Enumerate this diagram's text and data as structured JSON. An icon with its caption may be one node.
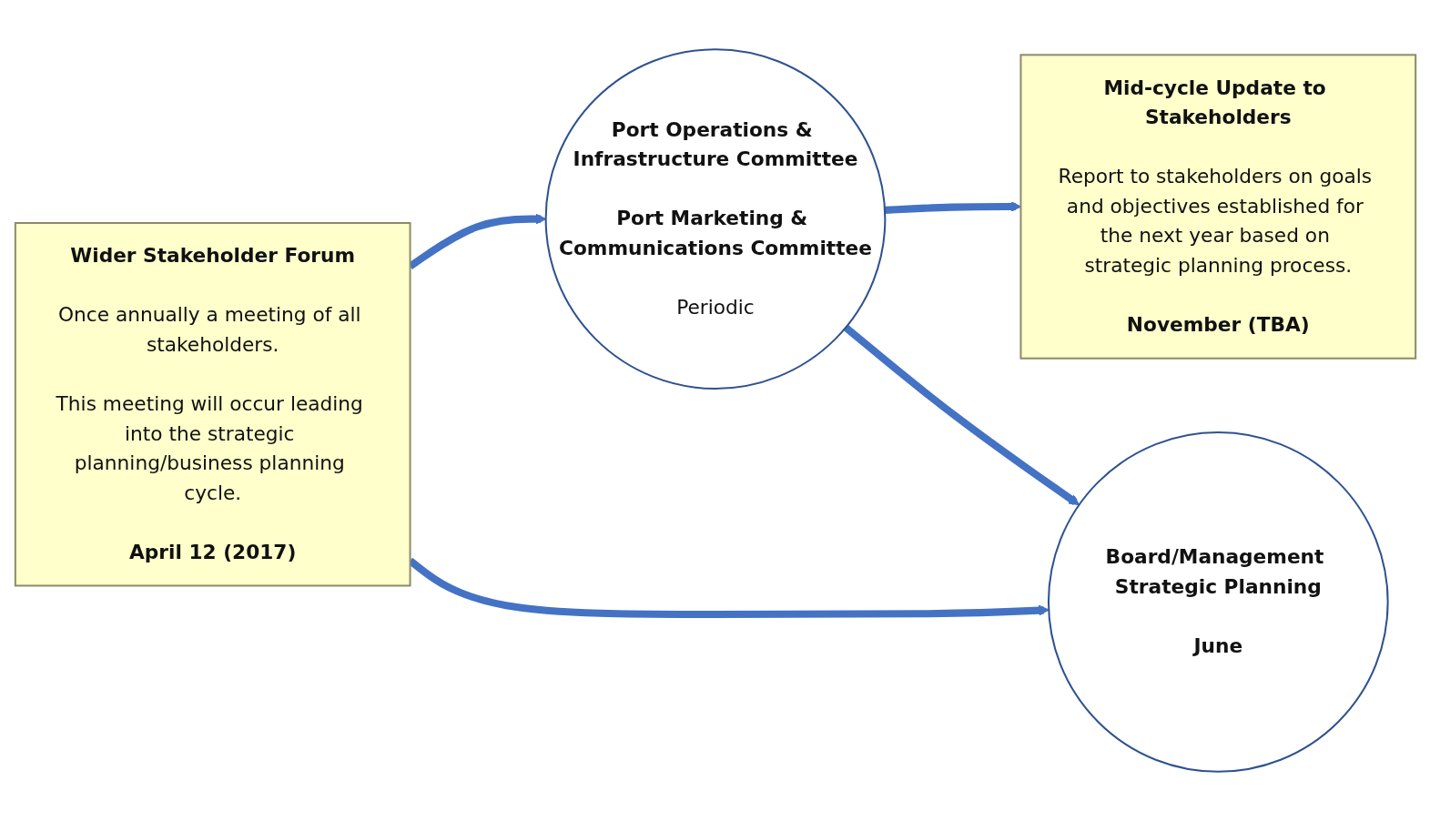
{
  "diagram": {
    "nodes": [
      {
        "text": [
          "Wider Stakeholder Forum",
          "Once annually a meeting of all stakeholders.",
          "This meeting will occur leading into the strategic planning/business planning cycle.",
          "April 12 (2017)"
        ]
      },
      {
        "text": [
          "Port Operations & Infrastructure Committee",
          "Port Marketing & Communications Committee",
          "Periodic"
        ]
      },
      {
        "text": [
          "Board/Management Strategic Planning",
          "June"
        ]
      },
      {
        "text": [
          "Mid-cycle Update to Stakeholders",
          "Report to stakeholders on goals and objectives established for the next year based on strategic planning process.",
          "November (TBA)"
        ]
      }
    ],
    "edges": [
      {
        "from": 0,
        "to": 1,
        "arrow": "to"
      },
      {
        "from": 1,
        "to": 3,
        "arrow": "to"
      },
      {
        "from": 1,
        "to": 2,
        "arrow": "to"
      },
      {
        "from": 0,
        "to": 2,
        "arrow": "to"
      }
    ]
  }
}
